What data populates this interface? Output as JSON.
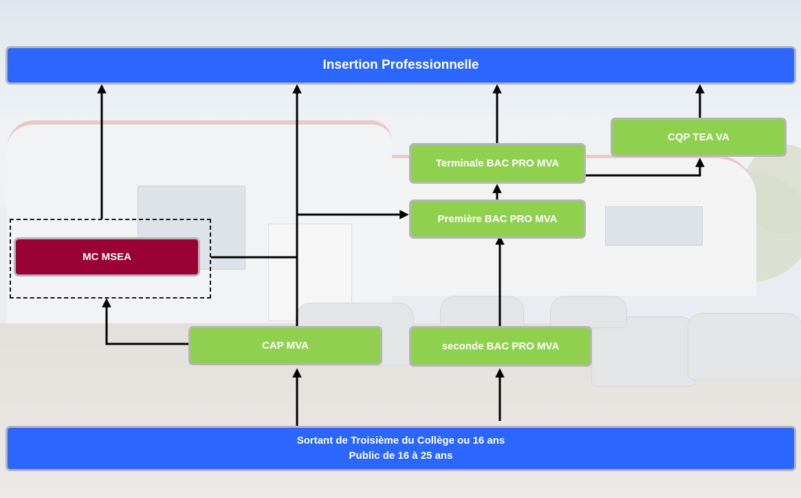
{
  "colors": {
    "blue_box": "#2b66ff",
    "green_box": "#8fd14f",
    "maroon_box": "#990033",
    "arrow": "#000000",
    "box_border": "#b5b5b5"
  },
  "nodes": {
    "top": "Insertion Professionnelle",
    "cqp": "CQP TEA VA",
    "terminale": "Terminale BAC PRO MVA",
    "premiere": "Première BAC PRO MVA",
    "mc": "MC MSEA",
    "cap": "CAP MVA",
    "seconde": "seconde BAC PRO MVA",
    "bottom_line1": "Sortant de Troisième du Collège ou 16 ans",
    "bottom_line2": "Public de 16 à 25 ans"
  },
  "edges": [
    {
      "from": "bottom",
      "to": "cap"
    },
    {
      "from": "bottom",
      "to": "seconde"
    },
    {
      "from": "cap",
      "to": "top"
    },
    {
      "from": "cap",
      "to": "mc"
    },
    {
      "from": "cap",
      "to": "premiere"
    },
    {
      "from": "mc",
      "to": "top"
    },
    {
      "from": "mc",
      "to": "premiere"
    },
    {
      "from": "seconde",
      "to": "premiere"
    },
    {
      "from": "premiere",
      "to": "terminale"
    },
    {
      "from": "terminale",
      "to": "top"
    },
    {
      "from": "terminale",
      "to": "cqp"
    },
    {
      "from": "cqp",
      "to": "top"
    }
  ]
}
